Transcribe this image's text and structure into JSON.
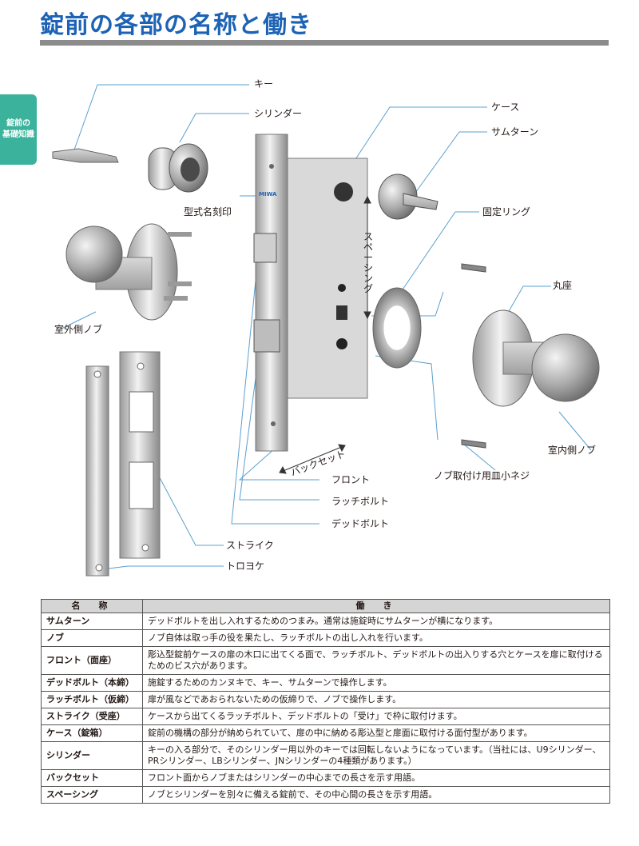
{
  "header": {
    "title": "錠前の各部の名称と働き",
    "side_tab": [
      "錠前の",
      "基礎知識"
    ]
  },
  "diagram": {
    "labels": {
      "key": "キー",
      "cylinder": "シリンダー",
      "case": "ケース",
      "thumbturn": "サムターン",
      "model_stamp": "型式名刻印",
      "fixing_ring": "固定リング",
      "spacing": "スペーシング",
      "round_rose": "丸座",
      "outside_knob": "室外側ノブ",
      "inside_knob": "室内側ノブ",
      "knob_screw": "ノブ取付け用皿小ネジ",
      "backset": "バックセット",
      "front": "フロント",
      "latch_bolt": "ラッチボルト",
      "dead_bolt": "デッドボルト",
      "strike": "ストライク",
      "box_strike": "トロヨケ"
    },
    "brand_stamp": "MIWA"
  },
  "table": {
    "headers": [
      "名　称",
      "働　き"
    ],
    "rows": [
      {
        "name": "サムターン",
        "desc": "デッドボルトを出し入れするためのつまみ。通常は施錠時にサムターンが横になります。"
      },
      {
        "name": "ノブ",
        "desc": "ノブ自体は取っ手の役を果たし、ラッチボルトの出し入れを行います。"
      },
      {
        "name": "フロント（面座）",
        "desc": "彫込型錠前ケースの扉の木口に出てくる面で、ラッチボルト、デッドボルトの出入りする穴とケースを扉に取付けるためのビス穴があります。"
      },
      {
        "name": "デッドボルト（本締）",
        "desc": "施錠するためのカンヌキで、キー、サムターンで操作します。"
      },
      {
        "name": "ラッチボルト（仮締）",
        "desc": "扉が風などであおられないための仮締りで、ノブで操作します。"
      },
      {
        "name": "ストライク（受座）",
        "desc": "ケースから出てくるラッチボルト、デッドボルトの「受け」で枠に取付けます。"
      },
      {
        "name": "ケース（錠箱）",
        "desc": "錠前の機構の部分が納められていて、扉の中に納める彫込型と扉面に取付ける面付型があります。"
      },
      {
        "name": "シリンダー",
        "desc": "キーの入る部分で、そのシリンダー用以外のキーでは回転しないようになっています。（当社には、U9シリンダー、PRシリンダー、LBシリンダー、JNシリンダーの4種類があります。）"
      },
      {
        "name": "バックセット",
        "desc": "フロント面からノブまたはシリンダーの中心までの長さを示す用語。"
      },
      {
        "name": "スペーシング",
        "desc": "ノブとシリンダーを別々に備える錠前で、その中心間の長さを示す用語。"
      }
    ]
  }
}
